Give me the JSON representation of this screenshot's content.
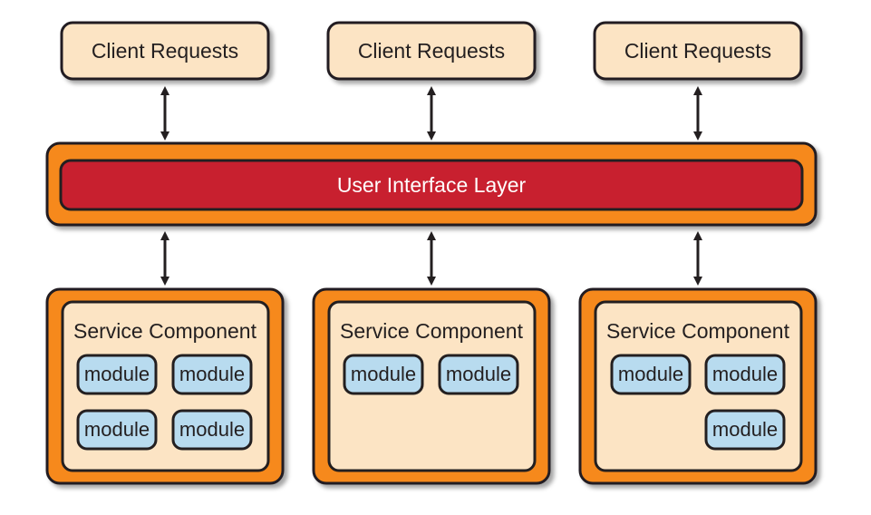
{
  "diagram": {
    "colors": {
      "client_fill": "#fce4c4",
      "orange": "#f6891f",
      "ui_layer": "#c8202f",
      "service_inner": "#fce4c4",
      "module_fill": "#b8dbef",
      "outline": "#231f20"
    },
    "clients": [
      {
        "label": "Client Requests"
      },
      {
        "label": "Client Requests"
      },
      {
        "label": "Client Requests"
      }
    ],
    "ui_layer": {
      "label": "User Interface Layer"
    },
    "services": [
      {
        "title": "Service Component",
        "modules": [
          "module",
          "module",
          "module",
          "module"
        ]
      },
      {
        "title": "Service Component",
        "modules": [
          "module",
          "module"
        ]
      },
      {
        "title": "Service Component",
        "modules": [
          "module",
          "module",
          "module"
        ]
      }
    ],
    "arrow_style": "bidirectional"
  }
}
